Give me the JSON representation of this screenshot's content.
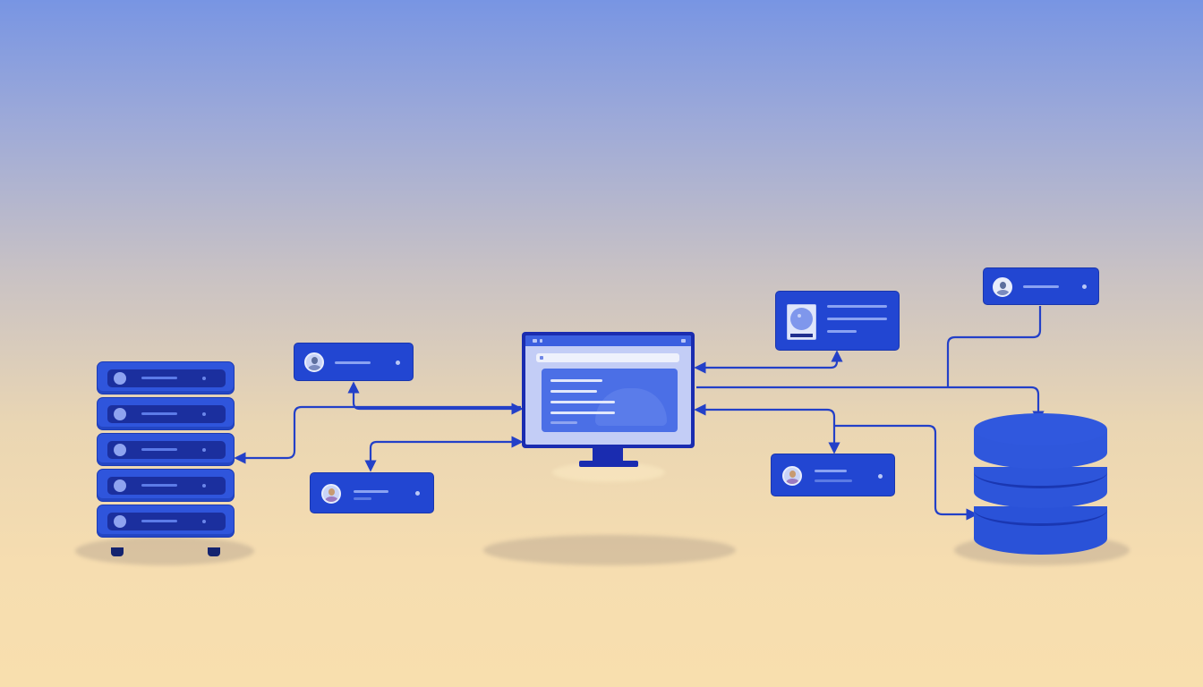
{
  "diagram": {
    "nodes": [
      {
        "id": "server-rack",
        "kind": "server",
        "units": 5
      },
      {
        "id": "user-card-a",
        "kind": "user-card"
      },
      {
        "id": "user-card-b",
        "kind": "user-card"
      },
      {
        "id": "monitor",
        "kind": "client-screen"
      },
      {
        "id": "profile-card",
        "kind": "profile-card"
      },
      {
        "id": "user-card-c",
        "kind": "user-card"
      },
      {
        "id": "user-card-d",
        "kind": "user-card"
      },
      {
        "id": "database",
        "kind": "database",
        "tiers": 3
      }
    ],
    "connections": [
      [
        "monitor",
        "server-rack"
      ],
      [
        "monitor",
        "user-card-a"
      ],
      [
        "monitor",
        "user-card-b"
      ],
      [
        "monitor",
        "profile-card"
      ],
      [
        "monitor",
        "user-card-d"
      ],
      [
        "monitor",
        "database"
      ],
      [
        "user-card-c",
        "database"
      ],
      [
        "user-card-d",
        "database"
      ]
    ]
  },
  "colors": {
    "background_top": "#7895e3",
    "background_bottom": "#f8dfae",
    "primary_blue": "#2246d2",
    "dark_blue": "#1a2cb0",
    "connector": "#2340c8"
  }
}
